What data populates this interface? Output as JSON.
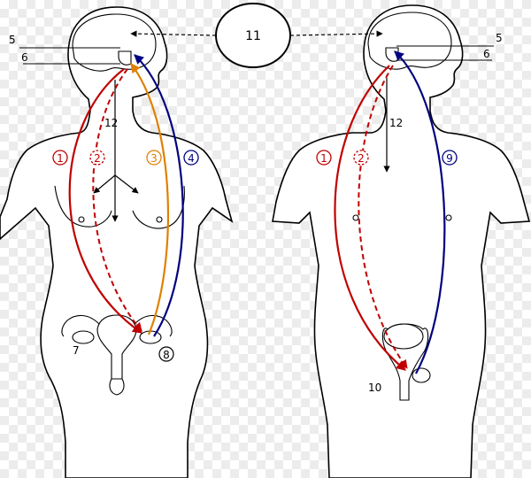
{
  "labels": {
    "center": "11",
    "left_top_1": "5",
    "left_top_2": "6",
    "left_axis": "12",
    "left_ovary": "7",
    "left_uterus": "8",
    "right_top_1": "5",
    "right_top_2": "6",
    "right_axis": "12",
    "right_testis": "10"
  },
  "left_circles": [
    {
      "text": "1",
      "color": "#c00000",
      "dashed": false
    },
    {
      "text": "2",
      "color": "#c00000",
      "dashed": true
    },
    {
      "text": "3",
      "color": "#e08000",
      "dashed": false
    },
    {
      "text": "4",
      "color": "#000080",
      "dashed": false
    }
  ],
  "right_circles": [
    {
      "text": "1",
      "color": "#c00000",
      "dashed": false
    },
    {
      "text": "2",
      "color": "#c00000",
      "dashed": true
    },
    {
      "text": "9",
      "color": "#000080",
      "dashed": false
    }
  ],
  "colors": {
    "red": "#c00000",
    "orange": "#e08000",
    "blue": "#000080"
  }
}
